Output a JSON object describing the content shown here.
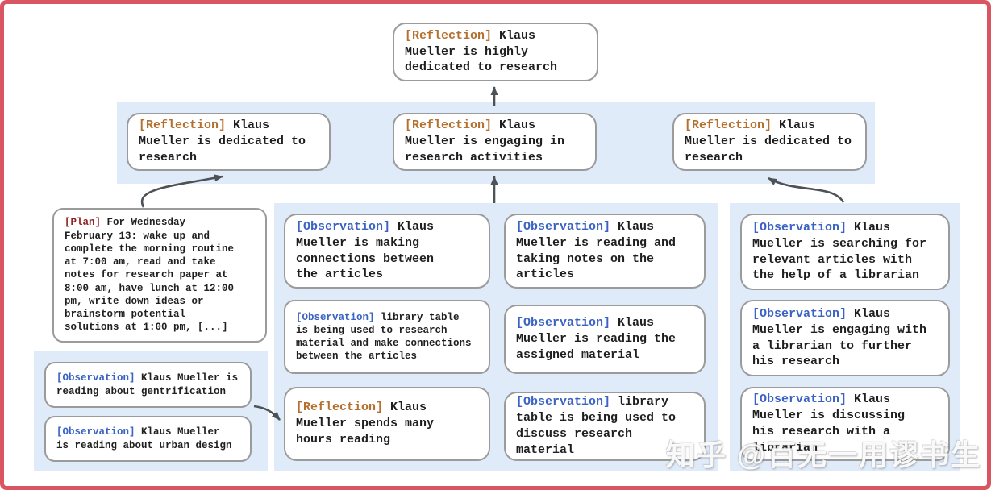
{
  "palette": {
    "frame_border": "#d95562",
    "panel_blue": "#e0ebfa",
    "node_border": "#9b9b9b",
    "text": "#1f1f1f",
    "reflection_tag": "#b4702e",
    "observation_tag": "#3a63c4",
    "plan_tag": "#8e2121",
    "arrow": "#4d5257"
  },
  "watermark": {
    "text": "知乎 @百无一用谬书生"
  },
  "nodes": {
    "root_reflection": {
      "tag": "[Reflection]",
      "text": "Klaus\nMueller is highly\ndedicated to research"
    },
    "reflection_left": {
      "tag": "[Reflection]",
      "text": "Klaus\nMueller is dedicated to\nresearch"
    },
    "reflection_center": {
      "tag": "[Reflection]",
      "text": "Klaus\nMueller is engaging in\nresearch activities"
    },
    "reflection_right": {
      "tag": "[Reflection]",
      "text": "Klaus\nMueller is dedicated to\nresearch"
    },
    "plan": {
      "tag": "[Plan]",
      "text": "For Wednesday\nFebruary 13: wake up and\ncomplete the morning routine\nat 7:00 am, read and take\nnotes for research paper at\n8:00 am, have lunch at 12:00\npm, write down ideas or\nbrainstorm potential\nsolutions at 1:00 pm, [...]"
    },
    "obs_gentrification": {
      "tag": "[Observation]",
      "text": "Klaus Mueller is\nreading about gentrification"
    },
    "obs_urban_design": {
      "tag": "[Observation]",
      "text": "Klaus Mueller\nis reading about urban design"
    },
    "obs_connections": {
      "tag": "[Observation]",
      "text": "Klaus\nMueller is making\nconnections between\nthe articles"
    },
    "obs_library_table_research": {
      "tag": "[Observation]",
      "text": "library table\nis being used to research\nmaterial and make connections\nbetween the articles"
    },
    "reflection_hours_reading": {
      "tag": "[Reflection]",
      "text": "Klaus\nMueller spends many\nhours reading"
    },
    "obs_taking_notes": {
      "tag": "[Observation]",
      "text": "Klaus\nMueller is reading and\ntaking notes on the\narticles"
    },
    "obs_assigned_material": {
      "tag": "[Observation]",
      "text": "Klaus\nMueller is reading the\nassigned material"
    },
    "obs_library_table_discuss": {
      "tag": "[Observation]",
      "text": "library\ntable is being used to\ndiscuss research material"
    },
    "obs_searching_articles": {
      "tag": "[Observation]",
      "text": "Klaus\nMueller is searching for\nrelevant articles with\nthe help of a librarian"
    },
    "obs_engaging_librarian": {
      "tag": "[Observation]",
      "text": "Klaus\nMueller is engaging with\na librarian to further\nhis research"
    },
    "obs_discussing_research": {
      "tag": "[Observation]",
      "text": "Klaus\nMueller is discussing\nhis research with a\nlibrarian"
    }
  }
}
